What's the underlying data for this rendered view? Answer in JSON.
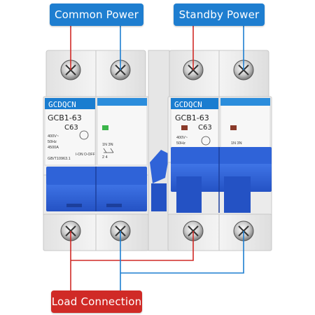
{
  "labels": {
    "common_power": "Common Power",
    "standby_power": "Standby Power",
    "load_connection": "Load Connection"
  },
  "breakers": [
    {
      "brand": "GCDQCN",
      "model": "GCB1-63",
      "rating": "C63",
      "specs": [
        "400V~",
        "50Hz",
        "4500A"
      ],
      "standard": "GB/T10963.1",
      "switch_marks": "I-ON O-OFF",
      "terminal_marks_top": "1N 3N",
      "terminal_marks_bottom": "2 4",
      "indicator_color": "#3bb54a"
    },
    {
      "brand": "GCDQCN",
      "model": "GCB1-63",
      "rating": "C63",
      "specs": [
        "400V~",
        "50Hz"
      ],
      "terminal_marks_top": "1N 3N",
      "indicator_color": "#8a3a2a"
    }
  ],
  "colors": {
    "callout_blue": "#1e7ed0",
    "callout_red": "#d02a26",
    "wire_blue": "#1e7ed0",
    "wire_red": "#d02a26",
    "handle_blue": "#2f63d8",
    "label_header_blue": "#1a7dd0",
    "housing": "#ededed"
  }
}
